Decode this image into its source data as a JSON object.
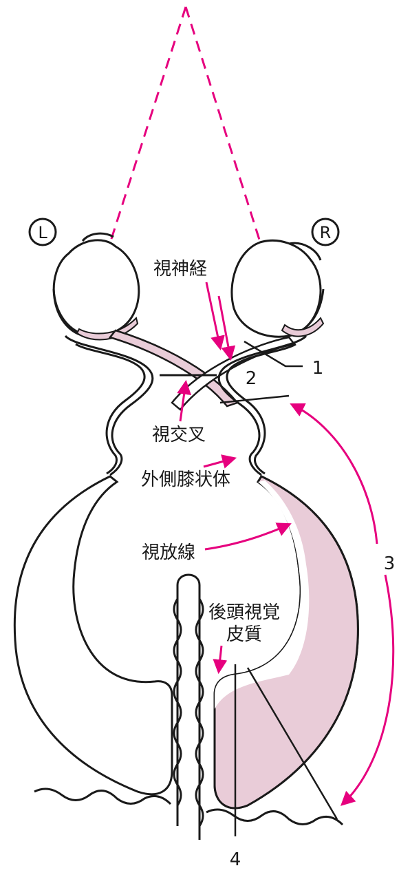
{
  "eye_labels": {
    "left": "L",
    "right": "R"
  },
  "labels": {
    "optic_nerve": "視神経",
    "optic_chiasm": "視交叉",
    "lgn": "外側膝状体",
    "optic_radiation": "視放線",
    "visual_cortex_line1": "後頭視覚",
    "visual_cortex_line2": "皮質"
  },
  "numbers": {
    "n1": "1",
    "n2": "2",
    "n3": "3",
    "n4": "4"
  },
  "colors": {
    "accent": "#e6007e",
    "fill": "#e9ccd8",
    "line": "#1a1a1a"
  }
}
